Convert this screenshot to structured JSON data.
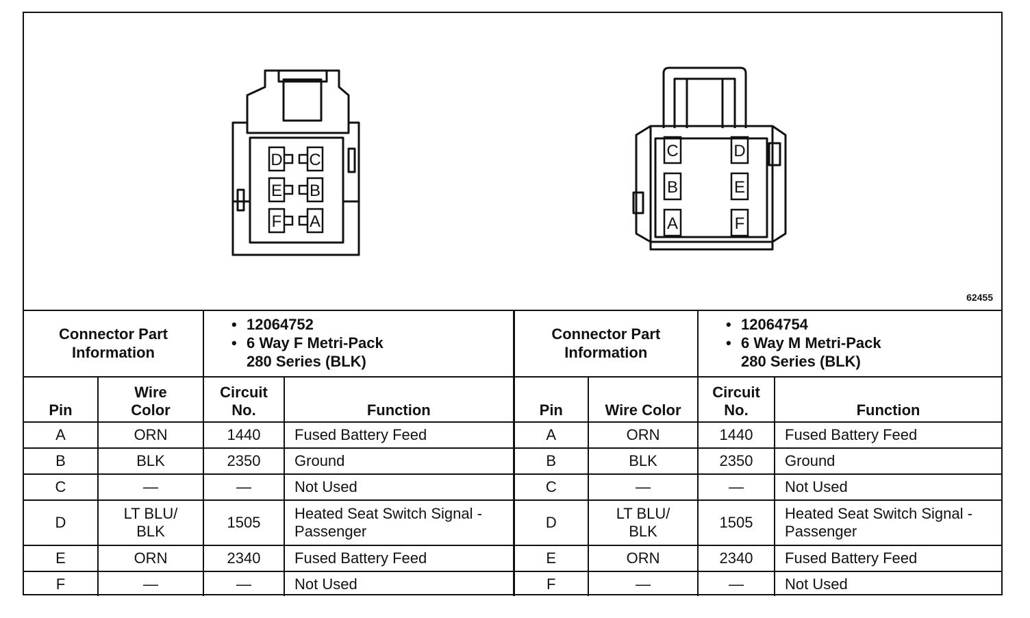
{
  "figure_id": "62455",
  "left_connector": {
    "cavities": [
      "D",
      "C",
      "E",
      "B",
      "F",
      "A"
    ]
  },
  "right_connector": {
    "cavities": [
      "C",
      "D",
      "B",
      "E",
      "A",
      "F"
    ]
  },
  "info": {
    "label": "Connector Part Information",
    "left": {
      "part_number": "12064752",
      "description": "6 Way F Metri-Pack 280 Series (BLK)"
    },
    "right": {
      "part_number": "12064754",
      "description": "6 Way M Metri-Pack 280 Series (BLK)"
    }
  },
  "columns": {
    "pin": "Pin",
    "wire_color": "Wire Color",
    "circuit": "Circuit No.",
    "function": "Function"
  },
  "left_rows": [
    {
      "pin": "A",
      "wire": "ORN",
      "circuit": "1440",
      "function": "Fused Battery Feed"
    },
    {
      "pin": "B",
      "wire": "BLK",
      "circuit": "2350",
      "function": "Ground"
    },
    {
      "pin": "C",
      "wire": "—",
      "circuit": "—",
      "function": "Not Used"
    },
    {
      "pin": "D",
      "wire": "LT BLU/ BLK",
      "circuit": "1505",
      "function": "Heated Seat Switch Signal - Passenger"
    },
    {
      "pin": "E",
      "wire": "ORN",
      "circuit": "2340",
      "function": "Fused Battery Feed"
    },
    {
      "pin": "F",
      "wire": "—",
      "circuit": "—",
      "function": "Not Used"
    }
  ],
  "right_rows": [
    {
      "pin": "A",
      "wire": "ORN",
      "circuit": "1440",
      "function": "Fused Battery Feed"
    },
    {
      "pin": "B",
      "wire": "BLK",
      "circuit": "2350",
      "function": "Ground"
    },
    {
      "pin": "C",
      "wire": "—",
      "circuit": "—",
      "function": "Not Used"
    },
    {
      "pin": "D",
      "wire": "LT BLU/ BLK",
      "circuit": "1505",
      "function": "Heated Seat Switch Signal - Passenger"
    },
    {
      "pin": "E",
      "wire": "ORN",
      "circuit": "2340",
      "function": "Fused Battery Feed"
    },
    {
      "pin": "F",
      "wire": "—",
      "circuit": "—",
      "function": "Not Used"
    }
  ]
}
